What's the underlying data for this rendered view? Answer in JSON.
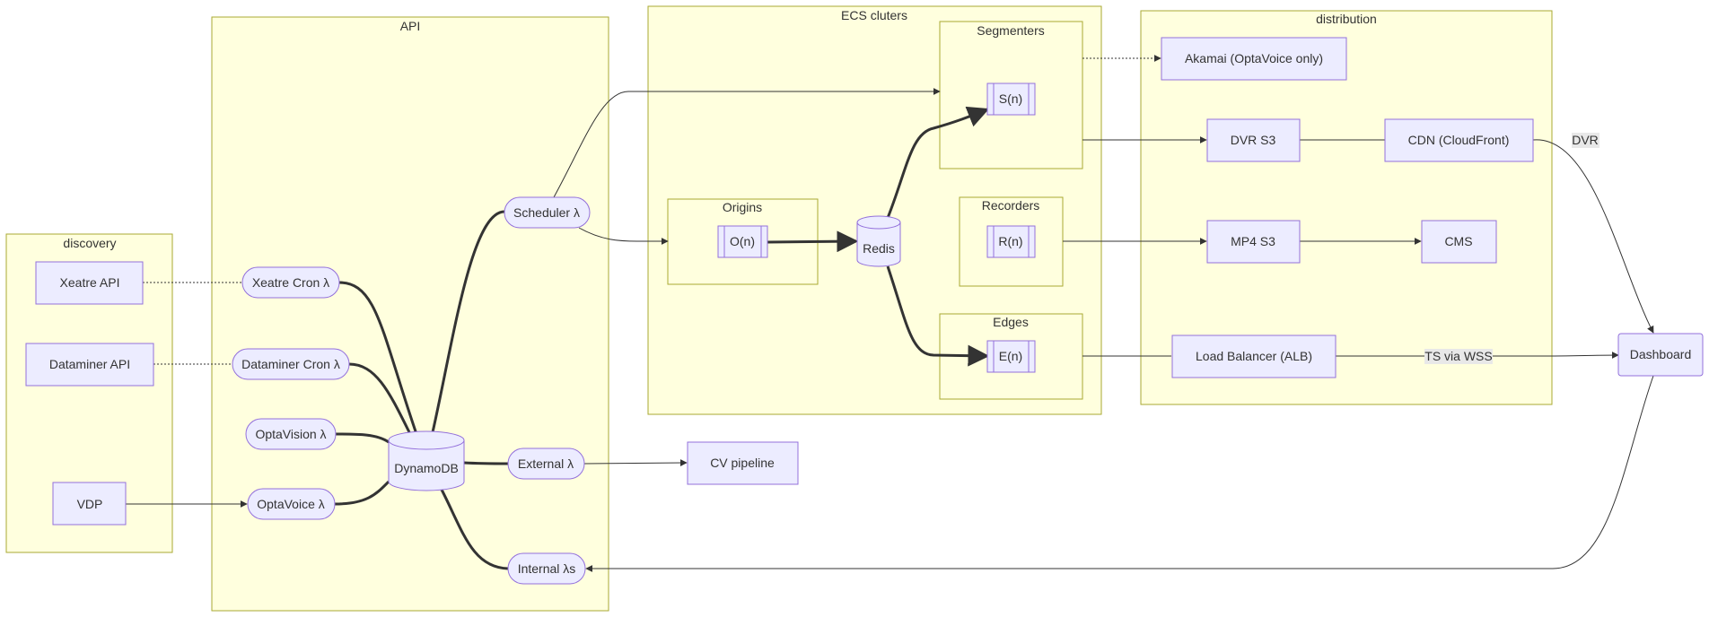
{
  "colors": {
    "group_fill": "#ffffde",
    "group_stroke": "#aaaa33",
    "node_fill": "#ececff",
    "node_stroke": "#9370db",
    "edge": "#333333",
    "label_bg": "#e8e8e8"
  },
  "groups": {
    "discovery": "discovery",
    "api": "API",
    "ecs": "ECS cluters",
    "origins": "Origins",
    "segmenters": "Segmenters",
    "recorders": "Recorders",
    "edges": "Edges",
    "distribution": "distribution"
  },
  "nodes": {
    "xeatre_api": "Xeatre API",
    "dataminer_api": "Dataminer API",
    "vdp": "VDP",
    "xeatre_cron": "Xeatre Cron λ",
    "dataminer_cron": "Dataminer Cron λ",
    "optavision": "OptaVision λ",
    "optavoice": "OptaVoice λ",
    "dynamodb": "DynamoDB",
    "scheduler": "Scheduler λ",
    "external": "External λ",
    "internal": "Internal λs",
    "cv_pipeline": "CV pipeline",
    "origin_n": "O(n)",
    "redis": "Redis",
    "segmenter_n": "S(n)",
    "recorder_n": "R(n)",
    "edge_n": "E(n)",
    "akamai": "Akamai (OptaVoice only)",
    "dvr_s3": "DVR S3",
    "cdn": "CDN (CloudFront)",
    "mp4_s3": "MP4 S3",
    "cms": "CMS",
    "load_balancer": "Load Balancer (ALB)",
    "dashboard": "Dashboard"
  },
  "edge_labels": {
    "dvr": "DVR",
    "ts_via_wss": "TS via WSS"
  }
}
